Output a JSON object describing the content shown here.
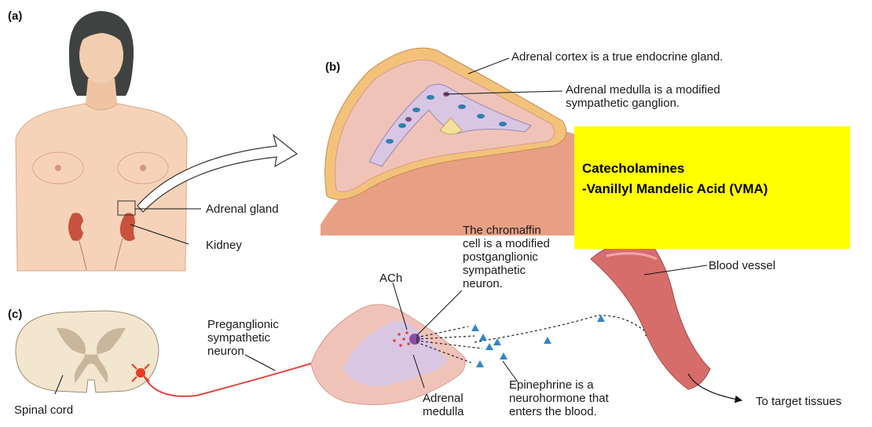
{
  "panels": {
    "a": "(a)",
    "b": "(b)",
    "c": "(c)"
  },
  "labels": {
    "adrenal_gland": "Adrenal gland",
    "kidney": "Kidney",
    "adrenal_cortex": "Adrenal cortex is a true endocrine gland.",
    "adrenal_medulla_l1": "Adrenal medulla is a modified",
    "adrenal_medulla_l2": "sympathetic ganglion.",
    "chromaffin": "The chromaffin\ncell is a modified\npostganglionic\nsympathetic\nneuron.",
    "ach": "ACh",
    "blood_vessel": "Blood vessel",
    "preganglionic": "Preganglionic\nsympathetic\nneuron",
    "spinal_cord": "Spinal cord",
    "adrenal_medulla_c": "Adrenal\nmedulla",
    "epinephrine": "Epinephrine is a\nneurohormone that\nenters the blood.",
    "target": "To target tissues"
  },
  "callout": {
    "line1": "Catecholamines",
    "line2": "-Vanillyl Mandelic Acid (VMA)",
    "color": "#ffff00"
  },
  "colors": {
    "skin": "#f6d3b8",
    "cortex": "#f0c3b9",
    "medulla": "#d9c6e3",
    "capsule": "#f2c27a",
    "tissue": "#e7a084",
    "vessel": "#d76d6b",
    "nerve": "#e0453f",
    "granule": "#2f86c9"
  }
}
